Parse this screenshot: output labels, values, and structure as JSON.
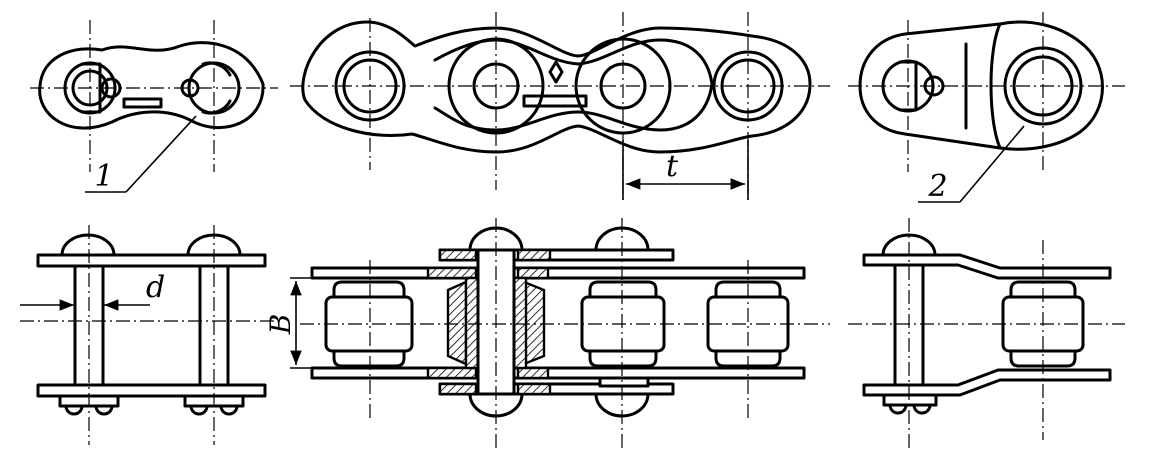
{
  "labels": {
    "one": "1",
    "two": "2",
    "pitch": "t",
    "pin_diameter": "d",
    "width": "B"
  }
}
